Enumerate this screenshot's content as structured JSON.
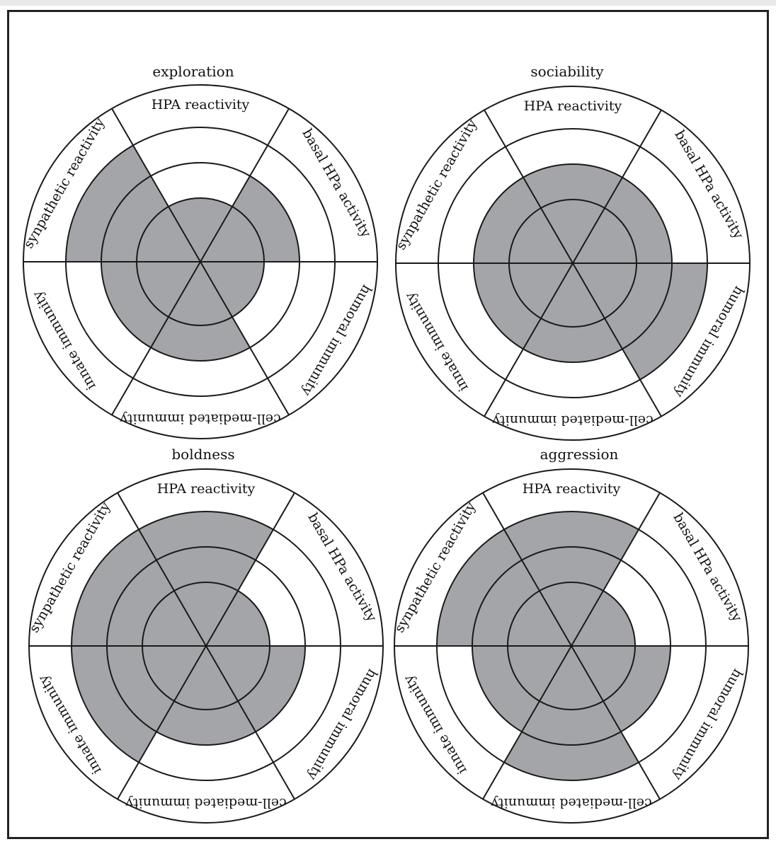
{
  "figure": {
    "fill_color": "#a4a5a9",
    "line_color": "#1a1a1a",
    "background": "#ffffff"
  },
  "panels": [
    {
      "title": "exploration",
      "levels": [
        1,
        2,
        1,
        2,
        2,
        3
      ]
    },
    {
      "title": "sociability",
      "levels": [
        2,
        2,
        3,
        2,
        2,
        2
      ]
    },
    {
      "title": "boldness",
      "levels": [
        3,
        1,
        2,
        2,
        3,
        3
      ]
    },
    {
      "title": "aggression",
      "levels": [
        3,
        1,
        2,
        3,
        2,
        3
      ]
    }
  ],
  "sector_labels": [
    "HPA reactivity",
    "basal HPa activity",
    "humoral immunity",
    "cell-mediated immunity",
    "innate immunity",
    "synpathetic reactivity"
  ]
}
